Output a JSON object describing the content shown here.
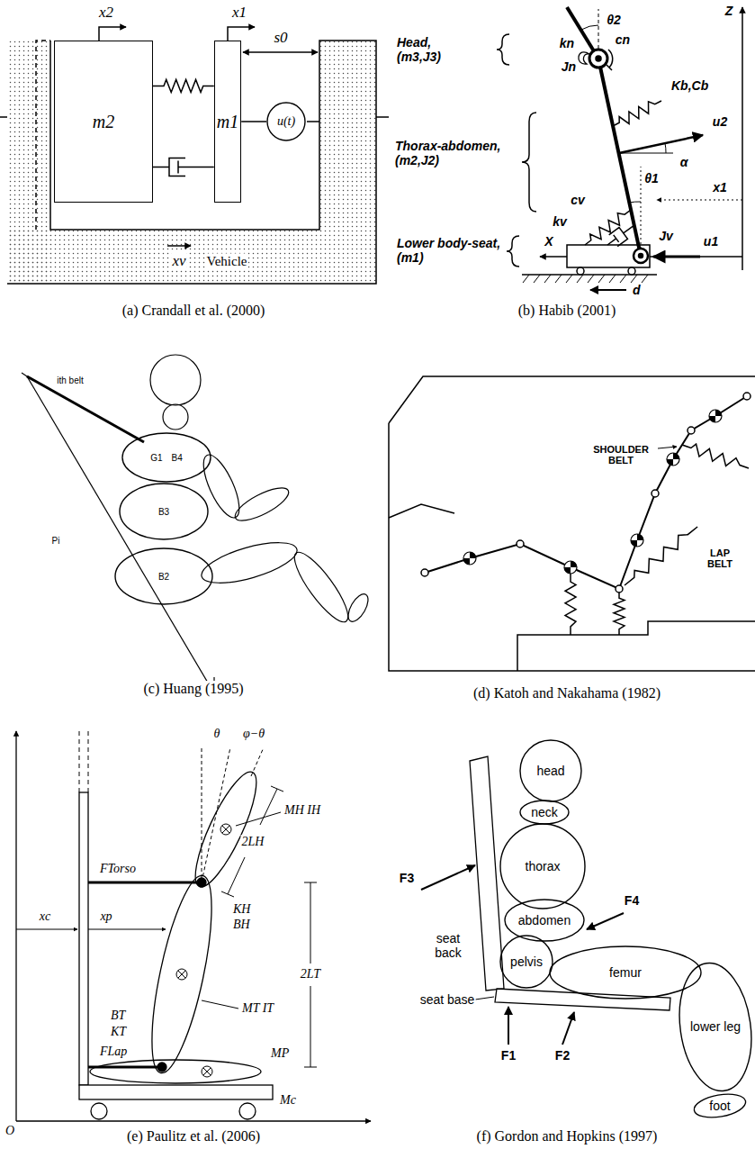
{
  "diagram": {
    "nodes": [
      {
        "text": [
          "m2"
        ]
      },
      {
        "text": [
          "m1"
        ]
      },
      {
        "text": [
          "u(t)"
        ]
      },
      {
        "text": [
          "G1",
          "B4"
        ]
      },
      {
        "text": [
          "B3"
        ]
      },
      {
        "text": [
          "B2"
        ]
      },
      {
        "text": [
          "head"
        ]
      },
      {
        "text": [
          "neck"
        ]
      },
      {
        "text": [
          "thorax"
        ]
      },
      {
        "text": [
          "abdomen"
        ]
      },
      {
        "text": [
          "pelvis"
        ]
      },
      {
        "text": [
          "femur"
        ]
      },
      {
        "text": [
          "lower leg"
        ]
      },
      {
        "text": [
          "foot"
        ]
      }
    ],
    "edges": [
      {
        "from": 0,
        "to": 1,
        "arrow": "none"
      },
      {
        "from": 0,
        "to": 1,
        "arrow": "none"
      },
      {
        "from": 1,
        "to": 2,
        "arrow": "none"
      }
    ],
    "labels": [
      "x2",
      "x1",
      "s0",
      "xv",
      "Vehicle",
      "(a) Crandall et al. (2000)",
      "Head, (m3,J3)",
      "Thorax-abdomen, (m2,J2)",
      "Lower body-seat, (m1)",
      "θ2",
      "cn",
      "kn",
      "Jn",
      "Kb,Cb",
      "u2",
      "α",
      "θ1",
      "x1",
      "cv",
      "kv",
      "Jv",
      "X",
      "u1",
      "d",
      "Z",
      "(b) Habib (2001)",
      "ith belt",
      "Pi",
      "(c) Huang (1995)",
      "SHOULDER BELT",
      "LAP BELT",
      "(d) Katoh and Nakahama (1982)",
      "θ",
      "φ−θ",
      "FTorso",
      "xc",
      "xp",
      "MH IH",
      "KH",
      "BH",
      "2LH",
      "BT",
      "KT",
      "MT IT",
      "FLap",
      "MP",
      "2LT",
      "Mc",
      "O",
      "(e) Paulitz et al. (2006)",
      "F3",
      "F4",
      "seat back",
      "seat base",
      "F1",
      "F2",
      "(f) Gordon and Hopkins (1997)"
    ]
  }
}
